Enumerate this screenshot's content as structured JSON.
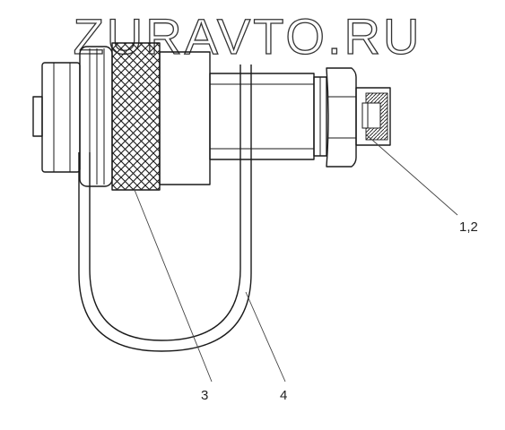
{
  "watermark": {
    "text": "ZURAVTO.RU"
  },
  "callouts": [
    {
      "label": "1,2"
    },
    {
      "label": "3"
    },
    {
      "label": "4"
    }
  ]
}
